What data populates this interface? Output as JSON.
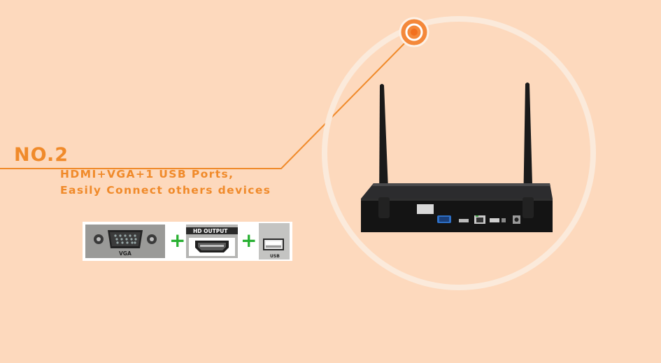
{
  "feature": {
    "number": "NO.2",
    "line1": "HDMI+VGA+1 USB Ports,",
    "line2": "Easily Connect  others devices"
  },
  "ports": {
    "vga_label": "VGA",
    "plus": "+",
    "hdmi_label": "HD OUTPUT",
    "usb_label": "USB"
  },
  "colors": {
    "background": "#fdd9bd",
    "accent": "#f08a2a",
    "plus": "#28b032",
    "ring": "#fbeadb"
  }
}
